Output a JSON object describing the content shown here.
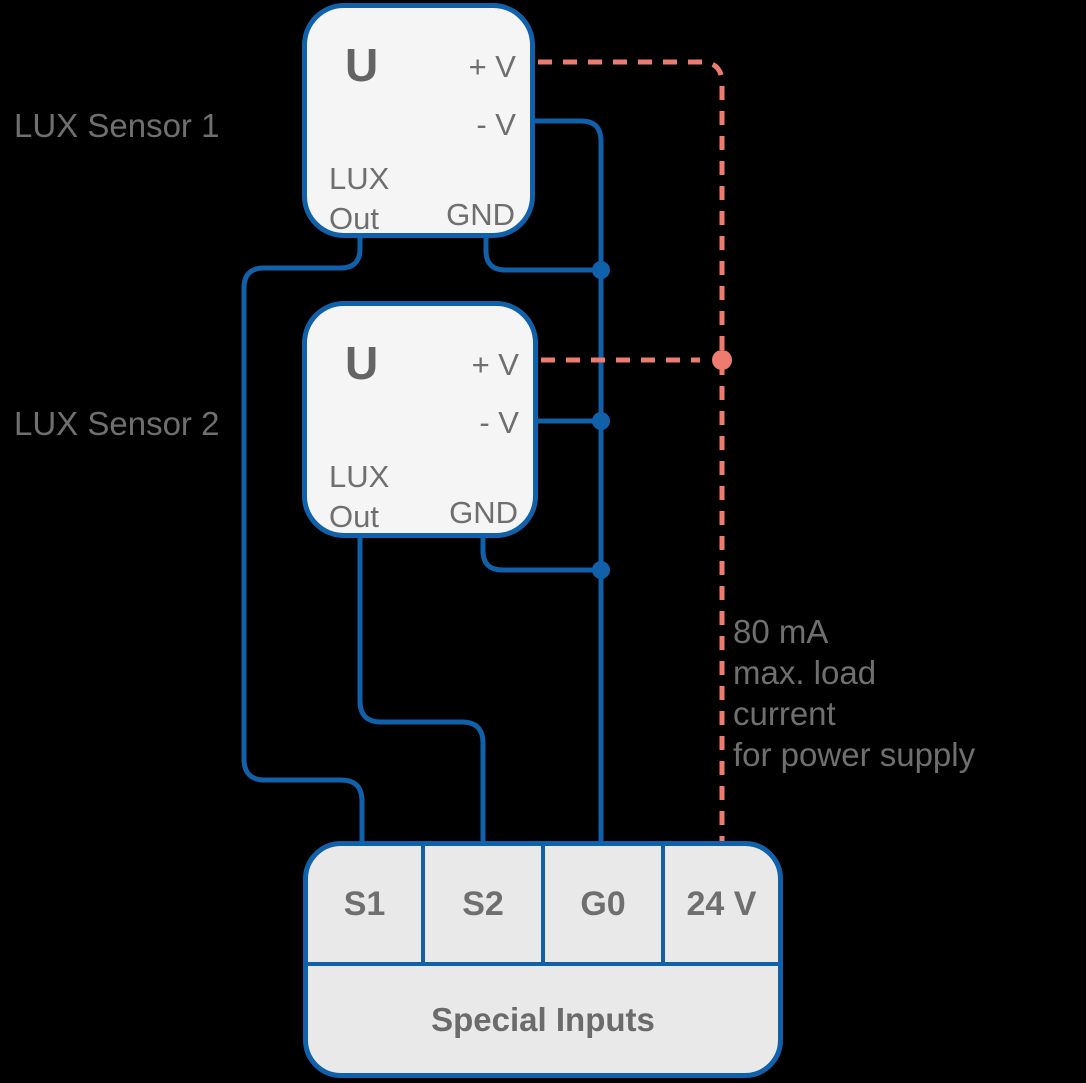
{
  "sensors": [
    {
      "name": "LUX Sensor 1",
      "type_label": "U",
      "pins": {
        "plus_v": "+ V",
        "minus_v": "- V",
        "lux_out_line1": "LUX",
        "lux_out_line2": "Out",
        "gnd": "GND"
      }
    },
    {
      "name": "LUX Sensor 2",
      "type_label": "U",
      "pins": {
        "plus_v": "+ V",
        "minus_v": "- V",
        "lux_out_line1": "LUX",
        "lux_out_line2": "Out",
        "gnd": "GND"
      }
    }
  ],
  "terminal_block": {
    "terminals": [
      {
        "label": "S1"
      },
      {
        "label": "S2"
      },
      {
        "label": "G0"
      },
      {
        "label": "24 V"
      }
    ],
    "title": "Special Inputs"
  },
  "annotation": {
    "line1": "80 mA",
    "line2": "max. load",
    "line3": "current",
    "line4": "for power supply"
  },
  "colors": {
    "wire_blue": "#1161aa",
    "wire_power_salmon": "#ee7b70",
    "text_gray": "#6f6f6f",
    "sensor_fill": "#f5f5f5",
    "terminal_fill": "#e9e9e9",
    "background": "#000000"
  }
}
